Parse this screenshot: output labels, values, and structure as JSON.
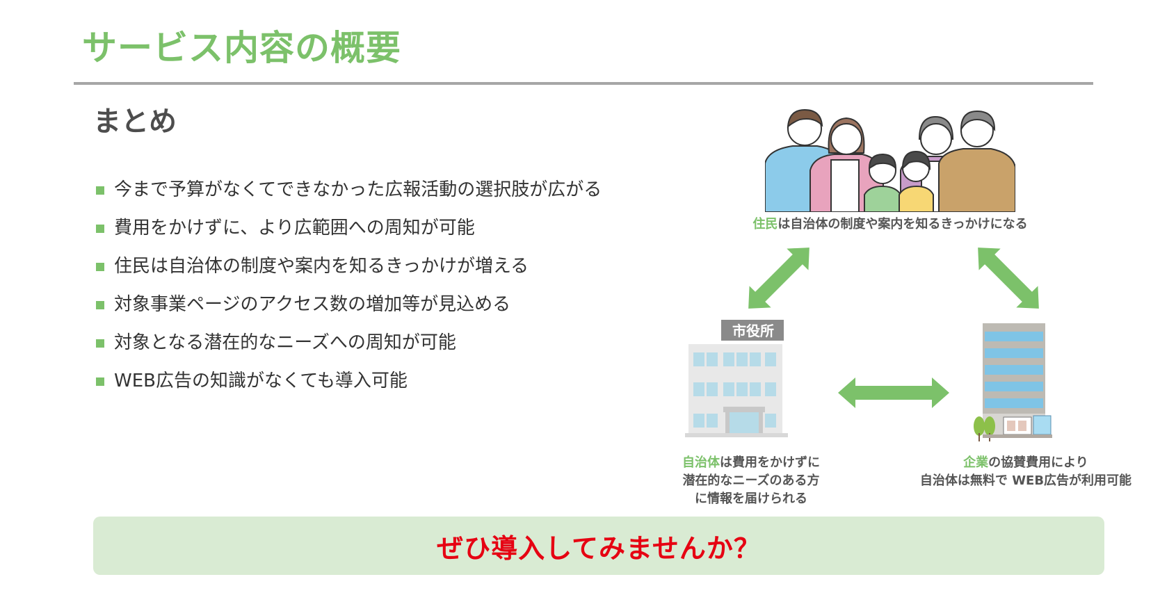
{
  "header": {
    "title": "サービス内容の概要"
  },
  "summary": {
    "heading": "まとめ",
    "items": [
      "今まで予算がなくてできなかった広報活動の選択肢が広がる",
      "費用をかけずに、より広範囲への周知が可能",
      "住民は自治体の制度や案内を知るきっかけが増える",
      "対象事業ページのアクセス数の増加等が見込める",
      "対象となる潜在的なニーズへの周知が可能",
      "WEB広告の知識がなくても導入可能"
    ]
  },
  "diagram": {
    "residents": {
      "icon": "family-illustration",
      "caption_highlight": "住民",
      "caption_rest": "は自治体の制度や案内を知るきっかけになる"
    },
    "city_hall": {
      "icon": "city-hall-building",
      "sign": "市役所",
      "caption_highlight": "自治体",
      "caption_line1_rest": "は費用をかけずに",
      "caption_line2": "潜在的なニーズのある方",
      "caption_line3": "に情報を届けられる"
    },
    "company": {
      "icon": "office-building",
      "caption_highlight": "企業",
      "caption_line1_rest": "の協賛費用により",
      "caption_line2": "自治体は無料で WEB広告が利用可能"
    },
    "arrows": [
      "double-arrow-residents-cityhall",
      "double-arrow-residents-company",
      "double-arrow-cityhall-company"
    ]
  },
  "cta": {
    "label": "ぜひ導入してみませんか？"
  },
  "colors": {
    "accent_green": "#7cc16a",
    "cta_background": "#d9ebd3",
    "cta_text": "#e60012",
    "rule_gray": "#a6a6a6"
  }
}
